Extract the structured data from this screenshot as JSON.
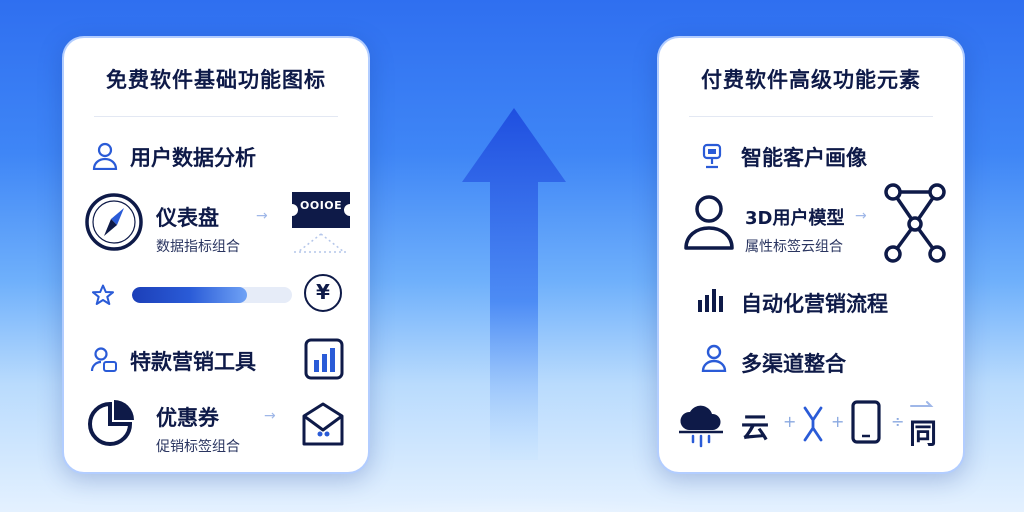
{
  "left_card": {
    "title": "免费软件基础功能图标",
    "user_analysis": "用户数据分析",
    "dashboard": {
      "title": "仪表盘",
      "subtitle": "数据指标组合"
    },
    "ticket_text": "OOIOE",
    "currency": "¥",
    "promo_tool": "特款营销工具",
    "coupon": {
      "title": "优惠券",
      "subtitle": "促销标签组合"
    }
  },
  "right_card": {
    "title": "付费软件高级功能元素",
    "smart_profile": "智能客户画像",
    "model_3d": {
      "title": "3D用户模型",
      "subtitle": "属性标签云组合"
    },
    "auto_flow": "自动化营销流程",
    "multichannel": "多渠道整合",
    "glyph_cloud": "云",
    "glyph_same": "同"
  },
  "colors": {
    "navy": "#0e1a48",
    "accent_blue": "#2a5bd7",
    "arrow_top": "#1f4fe0",
    "arrow_bottom": "#8fc4ff"
  },
  "progress_fill": 0.72
}
